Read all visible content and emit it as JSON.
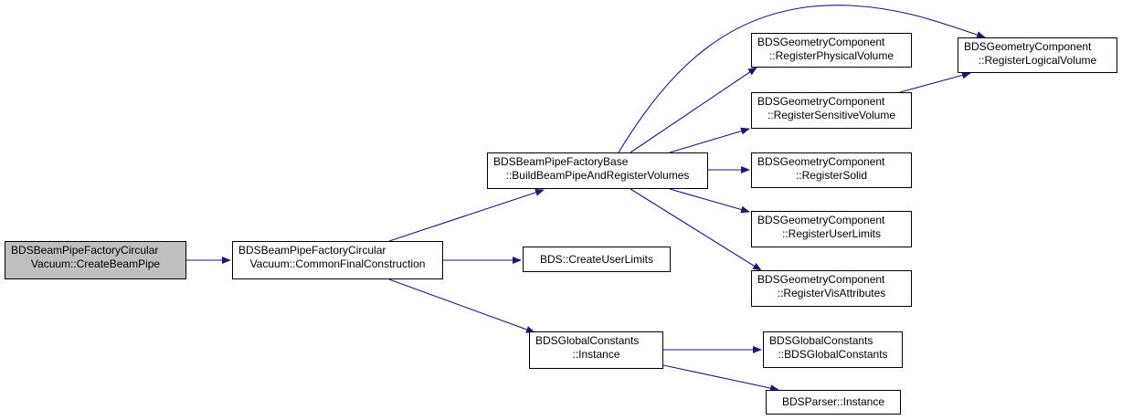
{
  "colors": {
    "edge": "#191970",
    "root_fill": "#bfbfbf",
    "node_fill": "#ffffff",
    "border": "#000000"
  },
  "nodes": {
    "root": {
      "line1": "BDSBeamPipeFactoryCircular",
      "line2": "Vacuum::CreateBeamPipe"
    },
    "common_final": {
      "line1": "BDSBeamPipeFactoryCircular",
      "line2": "Vacuum::CommonFinalConstruction"
    },
    "build_beampipe": {
      "line1": "BDSBeamPipeFactoryBase",
      "line2": "::BuildBeamPipeAndRegisterVolumes"
    },
    "create_user_limits": {
      "line1": "BDS::CreateUserLimits"
    },
    "global_instance": {
      "line1": "BDSGlobalConstants",
      "line2": "::Instance"
    },
    "reg_physical": {
      "line1": "BDSGeometryComponent",
      "line2": "::RegisterPhysicalVolume"
    },
    "reg_sensitive": {
      "line1": "BDSGeometryComponent",
      "line2": "::RegisterSensitiveVolume"
    },
    "reg_solid": {
      "line1": "BDSGeometryComponent",
      "line2": "::RegisterSolid"
    },
    "reg_userlimits": {
      "line1": "BDSGeometryComponent",
      "line2": "::RegisterUserLimits"
    },
    "reg_visattr": {
      "line1": "BDSGeometryComponent",
      "line2": "::RegisterVisAttributes"
    },
    "reg_logical": {
      "line1": "BDSGeometryComponent",
      "line2": "::RegisterLogicalVolume"
    },
    "global_ctor": {
      "line1": "BDSGlobalConstants",
      "line2": "::BDSGlobalConstants"
    },
    "parser_instance": {
      "line1": "BDSParser::Instance"
    }
  },
  "edges": [
    [
      "root",
      "common_final"
    ],
    [
      "common_final",
      "build_beampipe"
    ],
    [
      "common_final",
      "create_user_limits"
    ],
    [
      "common_final",
      "global_instance"
    ],
    [
      "build_beampipe",
      "reg_physical"
    ],
    [
      "build_beampipe",
      "reg_sensitive"
    ],
    [
      "build_beampipe",
      "reg_solid"
    ],
    [
      "build_beampipe",
      "reg_userlimits"
    ],
    [
      "build_beampipe",
      "reg_visattr"
    ],
    [
      "build_beampipe",
      "reg_logical"
    ],
    [
      "reg_sensitive",
      "reg_logical"
    ],
    [
      "global_instance",
      "global_ctor"
    ],
    [
      "global_instance",
      "parser_instance"
    ]
  ]
}
